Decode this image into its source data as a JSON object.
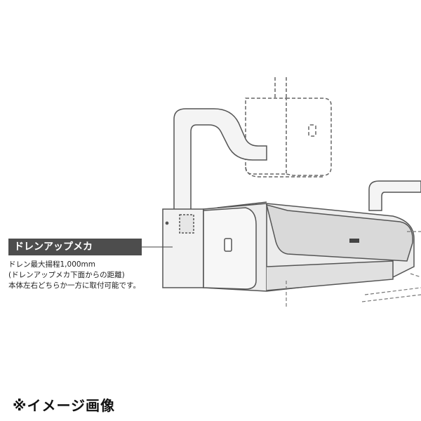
{
  "callout": {
    "label": "ドレンアップメカ",
    "lines": [
      "ドレン最大揚程1,000mm",
      "(ドレンアップメカ下面からの距離)",
      "本体左右どちらか一方に取付可能です。"
    ]
  },
  "footnote": "※イメージ画像",
  "colors": {
    "callout_bg": "#4d4d4d",
    "line": "#555555",
    "body_fill": "#eeeeee"
  }
}
